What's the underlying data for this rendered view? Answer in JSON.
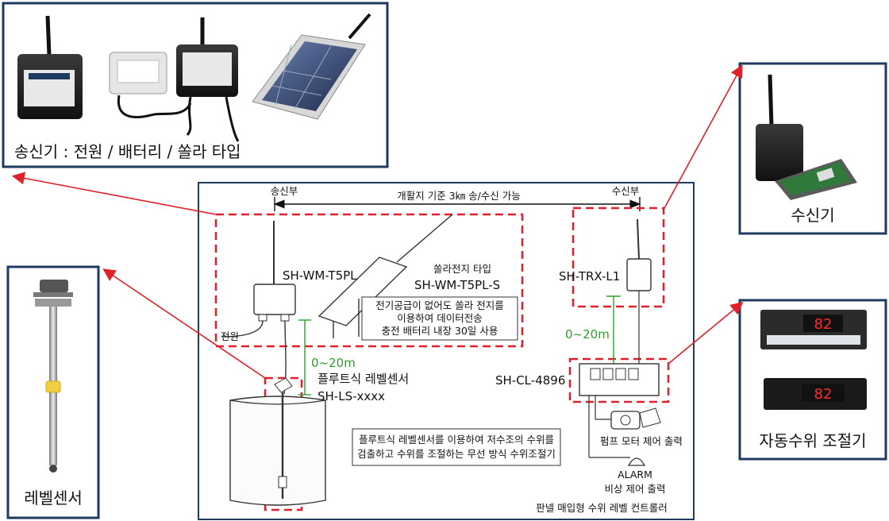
{
  "transmitter_panel": {
    "caption": "송신기 : 전원 / 배터리 / 쏠라 타입"
  },
  "receiver_panel": {
    "caption": "수신기"
  },
  "level_sensor_panel": {
    "caption": "레벨센서"
  },
  "controller_panel": {
    "caption": "자동수위 조절기"
  },
  "main": {
    "range_text": "개활지 기준 3㎞ 송/수신 가능",
    "tx_section": "송신부",
    "rx_section": "수신부",
    "tx_model": "SH-WM-T5PL",
    "solar_title": "쏠라전지 타입",
    "solar_model": "SH-WM-T5PL-S",
    "solar_note": [
      "전기공급이 없어도 쏠라 전지를",
      "이용하여 데이터전송",
      "충전 배터리 내장 30일 사용"
    ],
    "power_label": "전원",
    "dist_left": "0~20m",
    "dist_right": "0~20m",
    "sensor_name": "플루트식 레벨센서",
    "sensor_model": "SH-LS-xxxx",
    "rx_model": "SH-TRX-L1",
    "controller_model": "SH-CL-4896",
    "pump_label": "펌프 모터 제어 출력",
    "alarm_label": "ALARM",
    "emergency_label": "비상 제어 출력",
    "description": [
      "플루트식 레벨센서를 이용하여 저수조의 수위를",
      "검출하고 수위를 조절하는 무선 방식 수위조절기"
    ],
    "footer": "판넬 매입형 수위 레벨 컨트롤러"
  },
  "display_value": "82",
  "colors": {
    "frame": "#1f3a5f",
    "highlight": "#e0202a",
    "dimension": "#2aa12a"
  }
}
